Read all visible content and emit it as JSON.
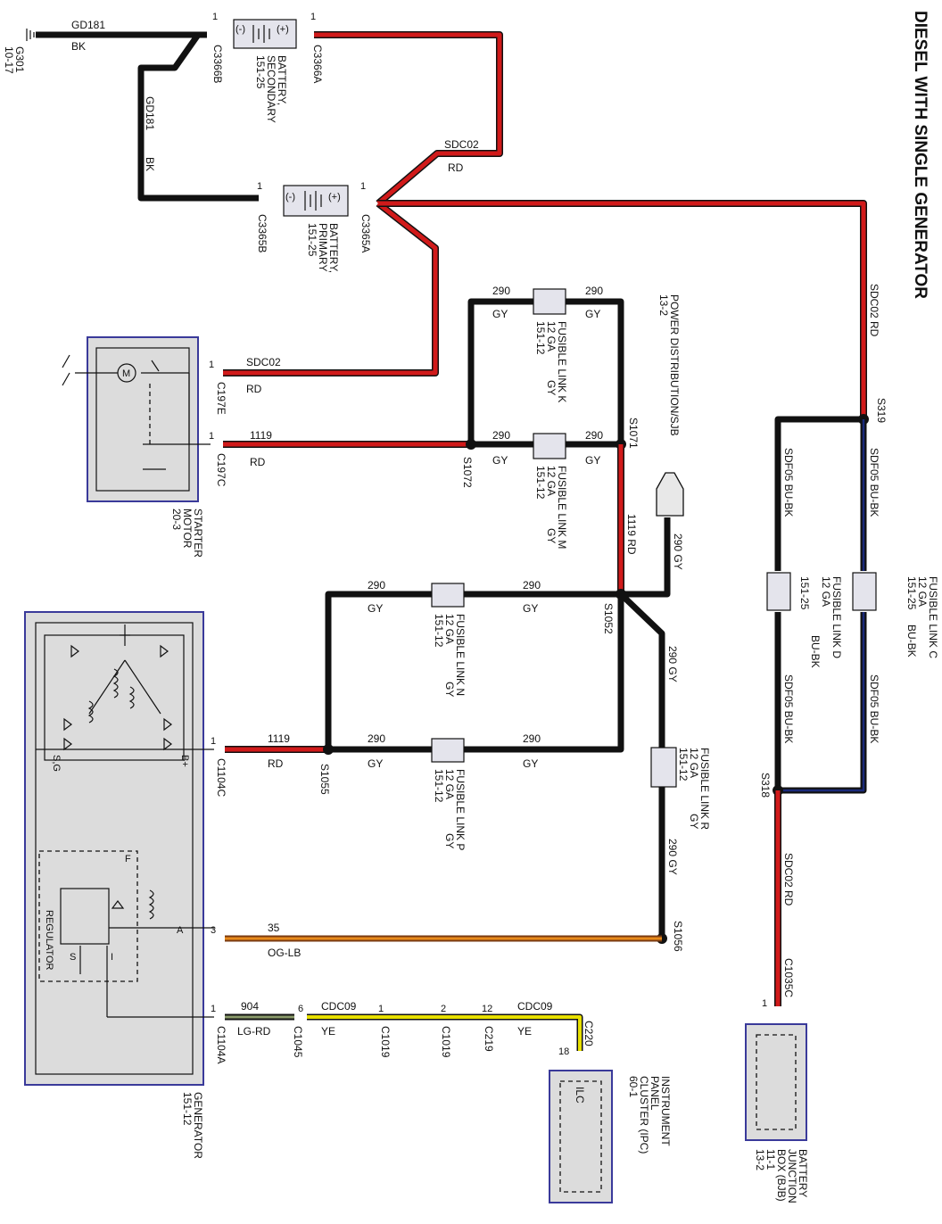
{
  "title": "DIESEL WITH SINGLE GENERATOR",
  "ground": {
    "id": "G301",
    "ref": "10-17"
  },
  "batteries": {
    "secondary": {
      "line1": "BATTERY,",
      "line2": "SECONDARY",
      "ref": "151-25",
      "neg_conn": "C3366B",
      "pos_conn": "C3366A",
      "neg_sym": "(-)",
      "pos_sym": "(+)"
    },
    "primary": {
      "line1": "BATTERY,",
      "line2": "PRIMARY",
      "ref": "151-25",
      "neg_conn": "C3365B",
      "pos_conn": "C3365A",
      "neg_sym": "(-)",
      "pos_sym": "(+)"
    }
  },
  "pins": {
    "one": "1",
    "two": "2",
    "three": "3",
    "six": "6",
    "twelve": "12",
    "eighteen": "18"
  },
  "wires": {
    "gd181": "GD181",
    "bk": "BK",
    "sdc02": "SDC02",
    "rd": "RD",
    "w1119": "1119",
    "w290": "290",
    "gy": "GY",
    "sdf05": "SDF05",
    "bubk": "BU-BK",
    "w35": "35",
    "oglb": "OG-LB",
    "w904": "904",
    "lgrd": "LG-RD",
    "cdc09": "CDC09",
    "ye": "YE",
    "w1119rd": "1119  RD",
    "w290gy": "290  GY",
    "sdc02rd": "SDC02  RD",
    "sdf05bubk": "SDF05  BU-BK"
  },
  "fusible_links": {
    "k": {
      "name": "FUSIBLE LINK K",
      "ga": "12 GA",
      "color": "GY",
      "ref": "151-12"
    },
    "m": {
      "name": "FUSIBLE LINK M",
      "ga": "12 GA",
      "color": "GY",
      "ref": "151-12"
    },
    "n": {
      "name": "FUSIBLE LINK N",
      "ga": "12 GA",
      "color": "GY",
      "ref": "151-12"
    },
    "p": {
      "name": "FUSIBLE LINK P",
      "ga": "12 GA",
      "color": "GY",
      "ref": "151-12"
    },
    "r": {
      "name": "FUSIBLE LINK R",
      "ga": "12 GA",
      "color": "GY",
      "ref": "151-12"
    },
    "c": {
      "name": "FUSIBLE LINK C",
      "ga": "12 GA",
      "color": "BU-BK",
      "ref": "151-25"
    },
    "d": {
      "name": "FUSIBLE LINK D",
      "ga": "12 GA",
      "color": "BU-BK",
      "ref": "151-25"
    }
  },
  "splices": {
    "s1071": "S1071",
    "s1072": "S1072",
    "s1052": "S1052",
    "s1055": "S1055",
    "s1056": "S1056",
    "s319": "S319",
    "s318": "S318"
  },
  "connectors": {
    "c197e": "C197E",
    "c197c": "C197C",
    "c1104c": "C1104C",
    "c1104a": "C1104A",
    "c1045": "C1045",
    "c1019": "C1019",
    "c219": "C219",
    "c220": "C220",
    "c1035c": "C1035C"
  },
  "power_dist": {
    "line1": "POWER DISTRIBUTION/SJB",
    "ref": "13-2"
  },
  "starter": {
    "line1": "STARTER",
    "line2": "MOTOR",
    "ref": "20-3",
    "m": "M"
  },
  "generator": {
    "name": "GENERATOR",
    "ref": "151-12",
    "regulator": "REGULATOR",
    "sig_s": "S",
    "sig_i": "I",
    "sig_a": "A",
    "sig_f": "F",
    "sig_sg": "S,G",
    "sig_bplus": "B+"
  },
  "ipc": {
    "line1": "INSTRUMENT",
    "line2": "PANEL",
    "line3": "CLUSTER (IPC)",
    "ref": "60-1",
    "ilc": "ILC"
  },
  "bjb": {
    "line1": "BATTERY",
    "line2": "JUNCTION",
    "line3": "BOX (BJB)",
    "ref1": "11-1",
    "ref2": "13-2"
  }
}
